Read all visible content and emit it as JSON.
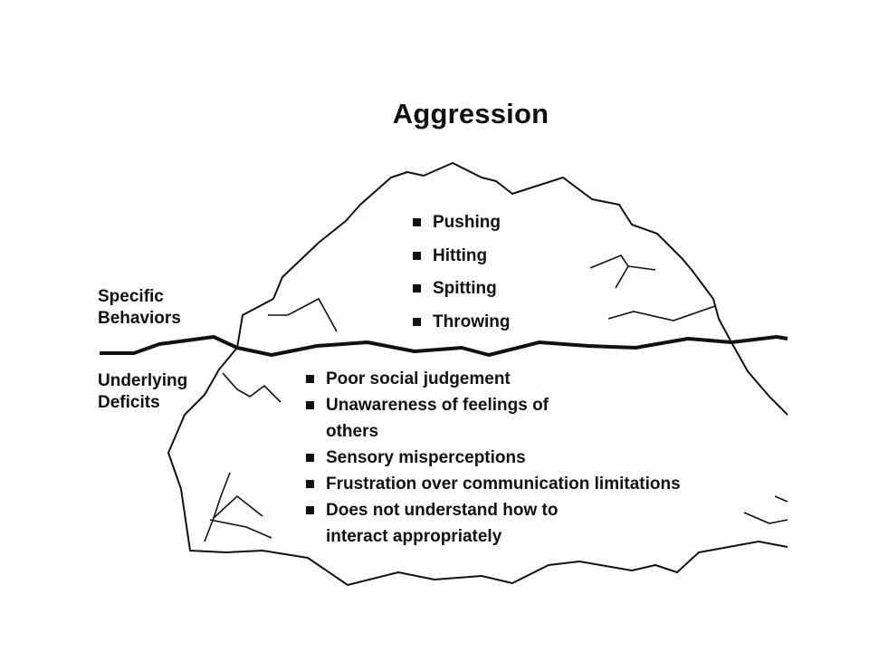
{
  "title": "Aggression",
  "labels": {
    "above_line": "Specific Behaviors",
    "below_line": "Underlying Deficits"
  },
  "specific_behaviors": [
    "Pushing",
    "Hitting",
    "Spitting",
    "Throwing"
  ],
  "underlying_deficits": [
    "Poor social judgement",
    "Unawareness of feelings of others",
    "Sensory misperceptions",
    "Frustration over communication limitations",
    "Does not understand how to interact appropriately"
  ],
  "colors": {
    "line": "#111111",
    "background": "#ffffff"
  }
}
